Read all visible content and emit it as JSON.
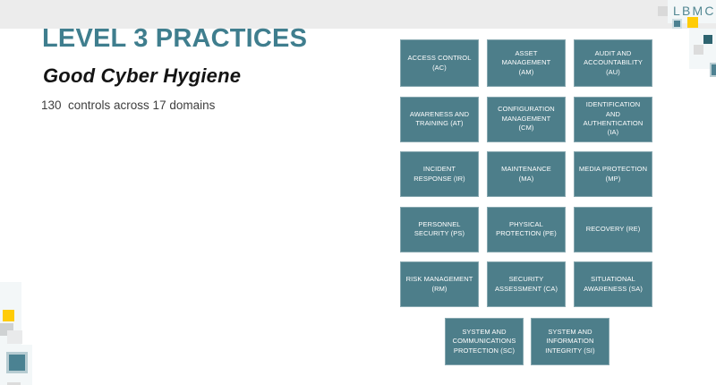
{
  "slide": {
    "title": "LEVEL 3 PRACTICES",
    "subtitle": "Good Cyber Hygiene",
    "description": "130  controls across 17 domains"
  },
  "logo": {
    "text": "LBMC"
  },
  "grid": {
    "boxes": [
      {
        "code": "AC",
        "label": "ACCESS CONTROL\n(AC)"
      },
      {
        "code": "AM",
        "label": "ASSET\nMANAGEMENT\n(AM)"
      },
      {
        "code": "AU",
        "label": "AUDIT AND\nACCOUNTABILITY\n(AU)"
      },
      {
        "code": "AT",
        "label": "AWARENESS AND\nTRAINING (AT)"
      },
      {
        "code": "CM",
        "label": "CONFIGURATION\nMANAGEMENT\n(CM)"
      },
      {
        "code": "IA",
        "label": "IDENTIFICATION\nAND\nAUTHENTICATION\n(IA)"
      },
      {
        "code": "IR",
        "label": "INCIDENT\nRESPONSE (IR)"
      },
      {
        "code": "MA",
        "label": "MAINTENANCE\n(MA)"
      },
      {
        "code": "MP",
        "label": "MEDIA PROTECTION\n(MP)"
      },
      {
        "code": "PS",
        "label": "PERSONNEL\nSECURITY (PS)"
      },
      {
        "code": "PE",
        "label": "PHYSICAL\nPROTECTION (PE)"
      },
      {
        "code": "RE",
        "label": "RECOVERY (RE)"
      },
      {
        "code": "RM",
        "label": "RISK MANAGEMENT\n(RM)"
      },
      {
        "code": "CA",
        "label": "SECURITY\nASSESSMENT (CA)"
      },
      {
        "code": "SA",
        "label": "SITUATIONAL\nAWARENESS (SA)"
      },
      {
        "code": "SC",
        "label": "SYSTEM AND\nCOMMUNICATIONS\nPROTECTION (SC)"
      },
      {
        "code": "SI",
        "label": "SYSTEM AND\nINFORMATION\nINTEGRITY (SI)"
      }
    ]
  },
  "colors": {
    "box_teal": "#4d7e8a",
    "title_teal": "#3f7e8e",
    "logo_teal": "#538893",
    "band_gray": "#ececec",
    "accent_yellow": "#ffcc07",
    "dark_teal_square": "#2e6470",
    "pale_panel": "#f3f7f8"
  }
}
